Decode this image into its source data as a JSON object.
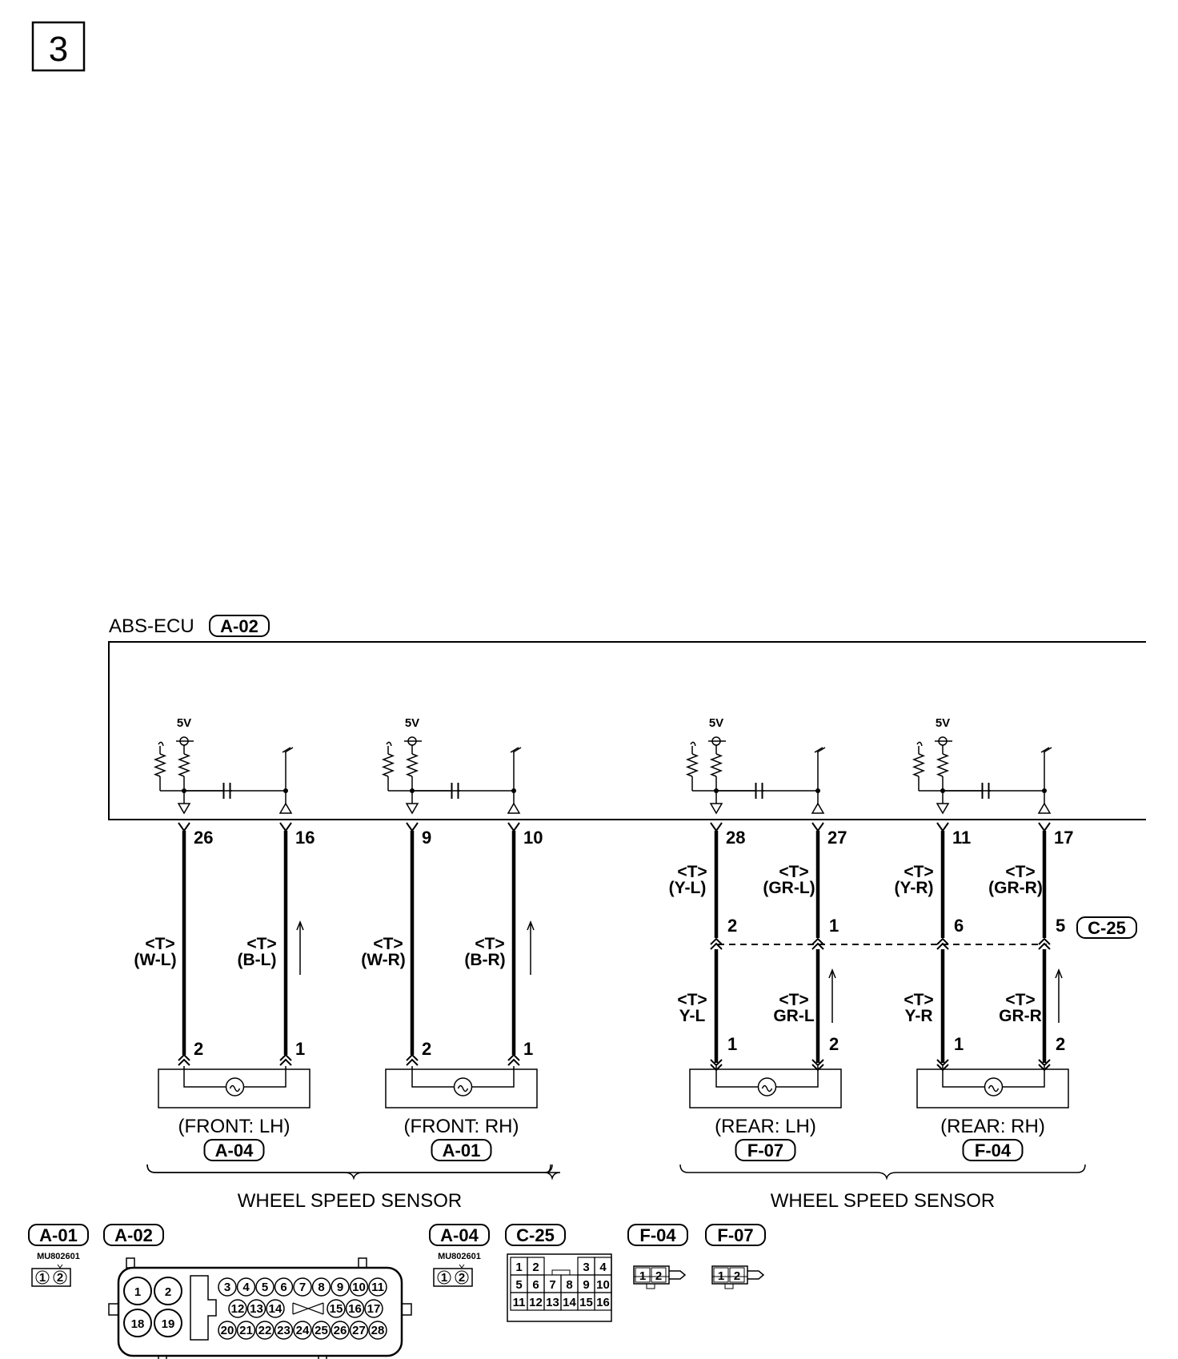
{
  "page_label": "3",
  "ecu": {
    "name": "ABS-ECU",
    "connector": "A-02",
    "supply": "5V"
  },
  "wire_tag": "<T>",
  "front_pins": [
    {
      "ecu_pin": "26",
      "wire_color": "(W-L)",
      "sensor_pin": "2"
    },
    {
      "ecu_pin": "16",
      "wire_color": "(B-L)",
      "sensor_pin": "1"
    },
    {
      "ecu_pin": "9",
      "wire_color": "(W-R)",
      "sensor_pin": "2"
    },
    {
      "ecu_pin": "10",
      "wire_color": "(B-R)",
      "sensor_pin": "1"
    }
  ],
  "rear_pins": [
    {
      "ecu_pin": "28",
      "upper_color": "(Y-L)",
      "junction_pin": "2",
      "lower_color": "Y-L",
      "sensor_pin": "1"
    },
    {
      "ecu_pin": "27",
      "upper_color": "(GR-L)",
      "junction_pin": "1",
      "lower_color": "GR-L",
      "sensor_pin": "2"
    },
    {
      "ecu_pin": "11",
      "upper_color": "(Y-R)",
      "junction_pin": "6",
      "lower_color": "Y-R",
      "sensor_pin": "1"
    },
    {
      "ecu_pin": "17",
      "upper_color": "(GR-R)",
      "junction_pin": "5",
      "lower_color": "GR-R",
      "sensor_pin": "2"
    }
  ],
  "junction_connector": "C-25",
  "sensors": [
    {
      "position": "(FRONT: LH)",
      "connector": "A-04"
    },
    {
      "position": "(FRONT: RH)",
      "connector": "A-01"
    },
    {
      "position": "(REAR: LH)",
      "connector": "F-07"
    },
    {
      "position": "(REAR: RH)",
      "connector": "F-04"
    }
  ],
  "sensor_group_label": "WHEEL SPEED SENSOR",
  "connector_views": [
    {
      "code": "A-01",
      "part_no": "MU802601"
    },
    {
      "code": "A-02"
    },
    {
      "code": "A-04",
      "part_no": "MU802601"
    },
    {
      "code": "C-25"
    },
    {
      "code": "F-04"
    },
    {
      "code": "F-07"
    }
  ],
  "a02_pins": [
    "1",
    "2",
    "18",
    "19",
    "3",
    "4",
    "5",
    "6",
    "7",
    "8",
    "9",
    "10",
    "11",
    "12",
    "13",
    "14",
    "15",
    "16",
    "17",
    "20",
    "21",
    "22",
    "23",
    "24",
    "25",
    "26",
    "27",
    "28"
  ],
  "c25_pins": [
    "1",
    "2",
    "3",
    "4",
    "5",
    "6",
    "7",
    "8",
    "9",
    "10",
    "11",
    "12",
    "13",
    "14",
    "15",
    "16"
  ],
  "two_pin": [
    "1",
    "2"
  ]
}
